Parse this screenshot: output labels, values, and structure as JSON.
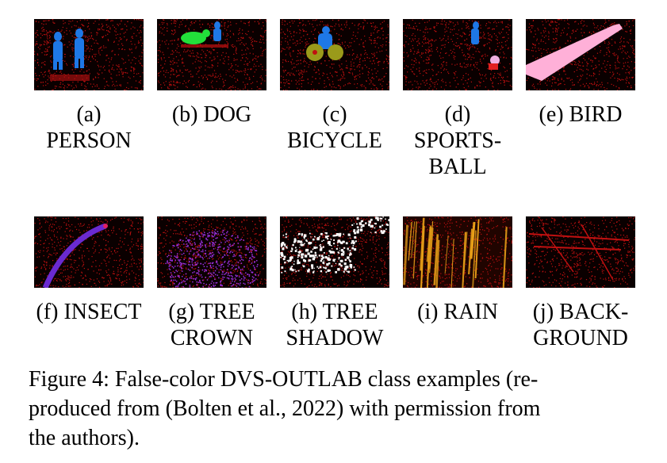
{
  "panels": [
    {
      "id": "a",
      "caption": "(a)\nPERSON"
    },
    {
      "id": "b",
      "caption": "(b) DOG"
    },
    {
      "id": "c",
      "caption": "(c)\nBICYCLE"
    },
    {
      "id": "d",
      "caption": "(d)\nSPORTS-\nBALL"
    },
    {
      "id": "e",
      "caption": "(e) BIRD"
    },
    {
      "id": "f",
      "caption": "(f) INSECT"
    },
    {
      "id": "g",
      "caption": "(g) TREE\nCROWN"
    },
    {
      "id": "h",
      "caption": "(h) TREE\nSHADOW"
    },
    {
      "id": "i",
      "caption": "(i) RAIN"
    },
    {
      "id": "j",
      "caption": "(j) BACK-\nGROUND"
    }
  ],
  "figure_caption": {
    "line1": "Figure 4:  False-color DVS-OUTLAB class examples (re-",
    "line2": "produced from (Bolten et al., 2022) with permission from",
    "line3": "the authors)."
  },
  "colors": {
    "background_noise": "#c01010",
    "person": "#1e78e6",
    "dog": "#22e03a",
    "bicycle": "#9a9a1a",
    "sportsball": "#f0b0e0",
    "bird": "#ffb0d8",
    "insect": "#6a2ad0",
    "tree_crown": "#9a30e0",
    "tree_shadow": "#ffffff",
    "rain": "#e8a018"
  }
}
